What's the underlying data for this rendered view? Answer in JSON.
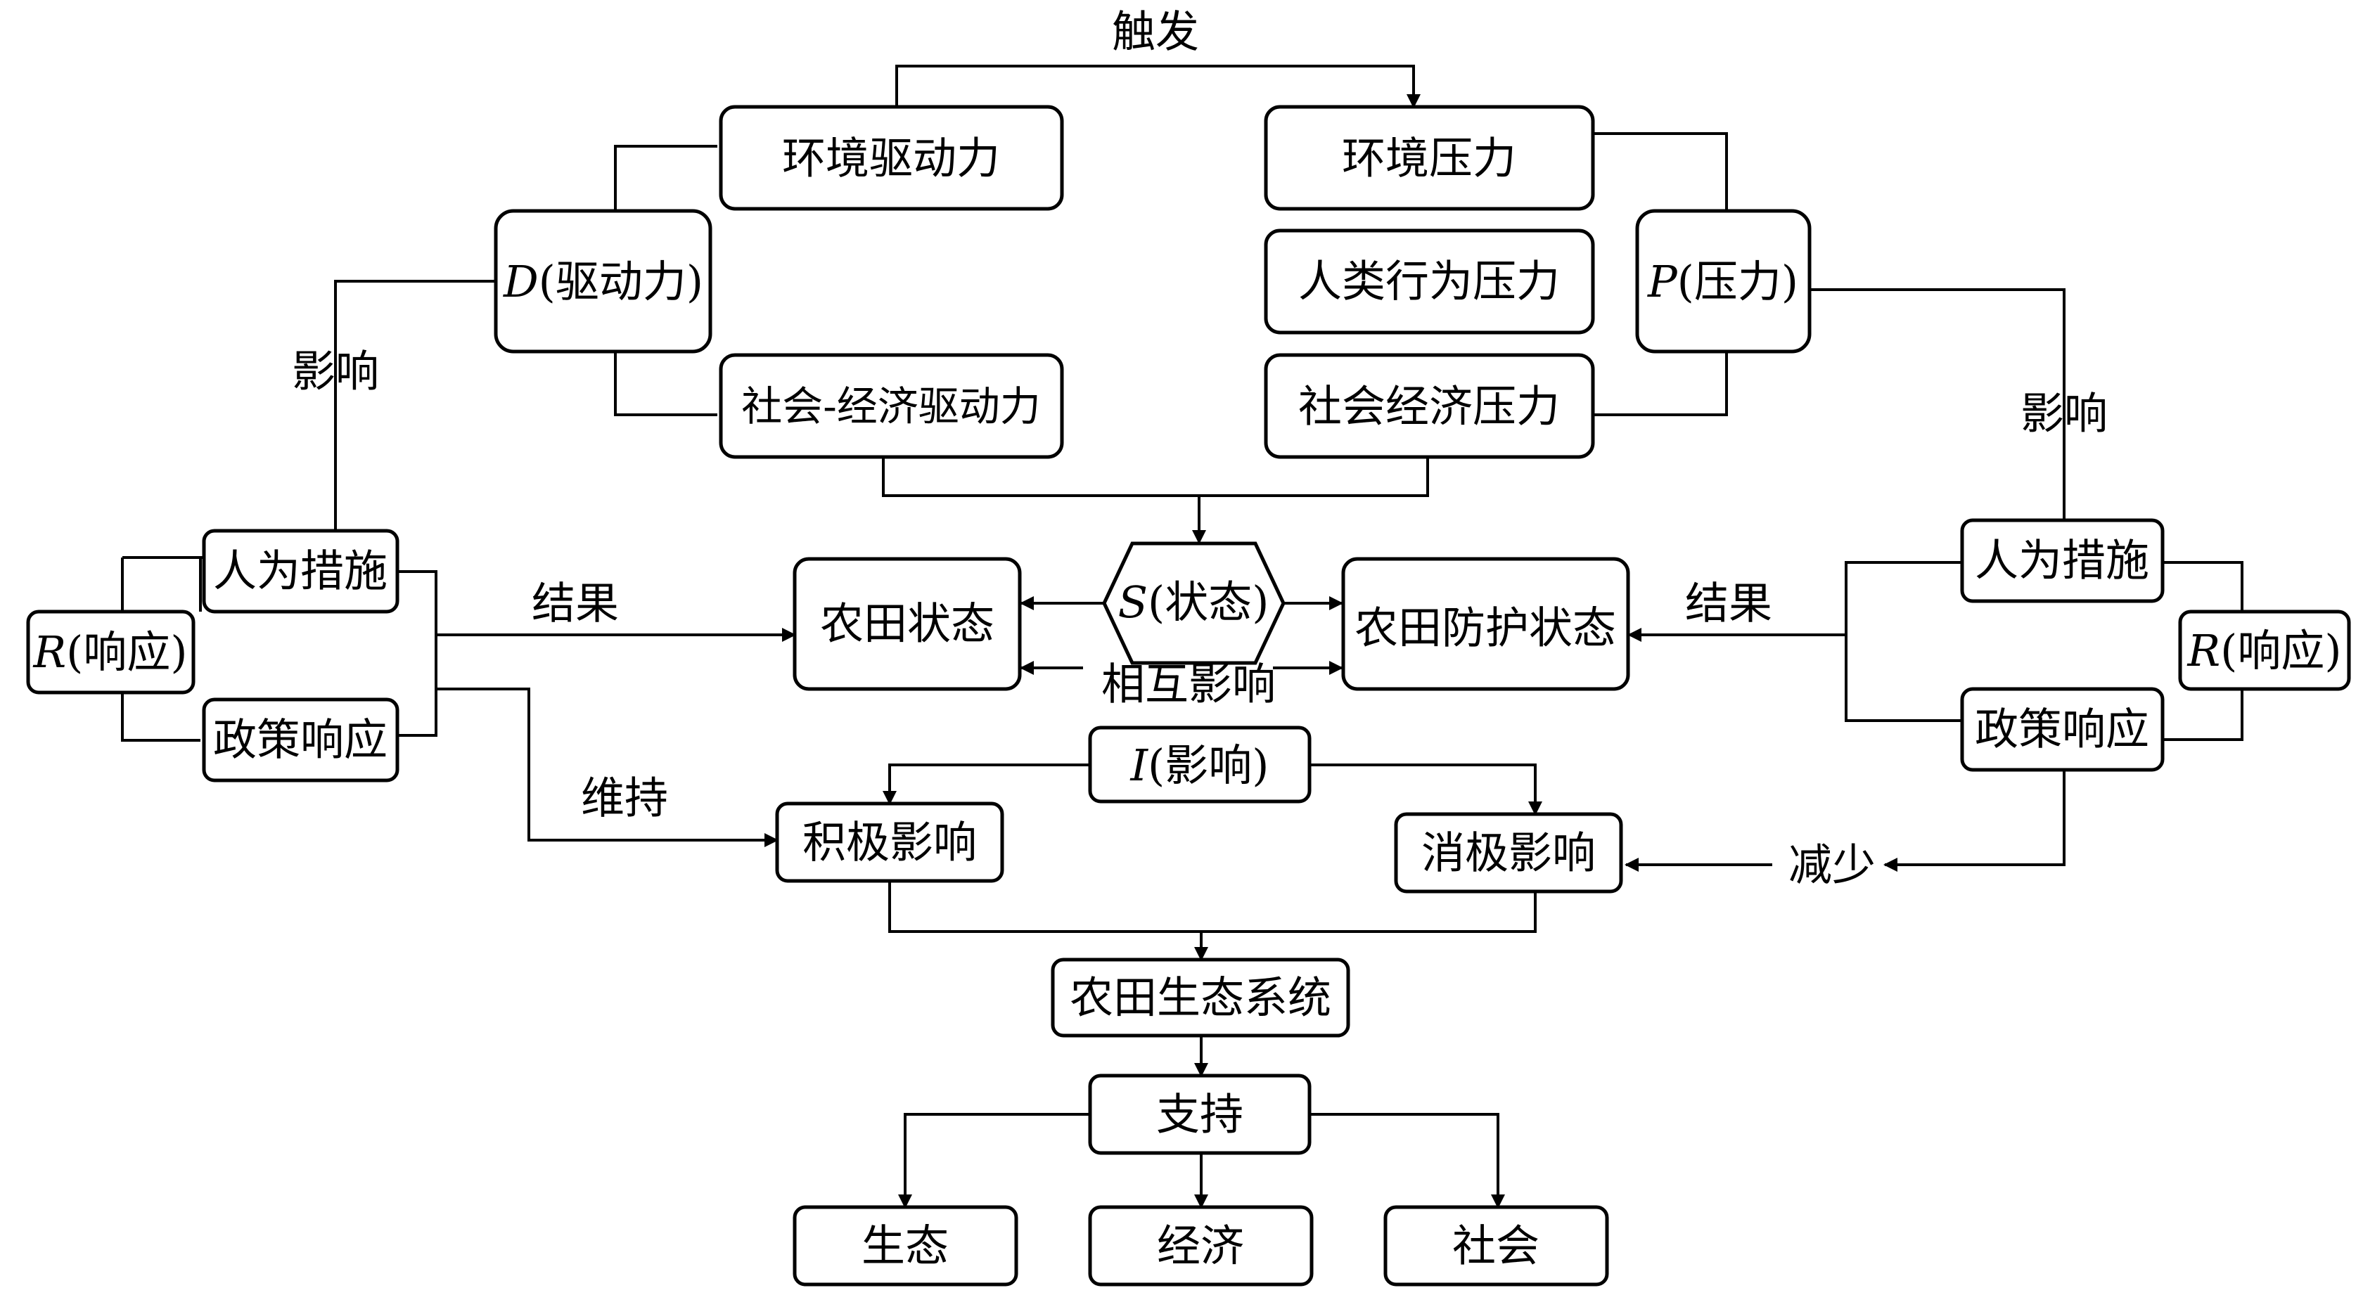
{
  "diagram": {
    "trigger": "触发",
    "d_letter": "D",
    "d_label": "(驱动力)",
    "p_letter": "P",
    "p_label": "(压力)",
    "s_letter": "S",
    "s_label": "(状态)",
    "i_letter": "I",
    "i_label": "(影响)",
    "r_letter": "R",
    "r_label": "(响应)",
    "env_driver": "环境驱动力",
    "socio_driver": "社会-经济驱动力",
    "env_pressure": "环境压力",
    "human_pressure": "人类行为压力",
    "socio_pressure": "社会经济压力",
    "influence": "影响",
    "result": "结果",
    "maintain": "维持",
    "reduce": "减少",
    "human_measures": "人为措施",
    "policy_response": "政策响应",
    "farmland_state": "农田状态",
    "farmland_protection_state": "农田防护状态",
    "mutual_influence": "相互影响",
    "positive_impact": "积极影响",
    "negative_impact": "消极影响",
    "ecosystem": "农田生态系统",
    "support": "支持",
    "ecology": "生态",
    "economy": "经济",
    "society": "社会"
  }
}
